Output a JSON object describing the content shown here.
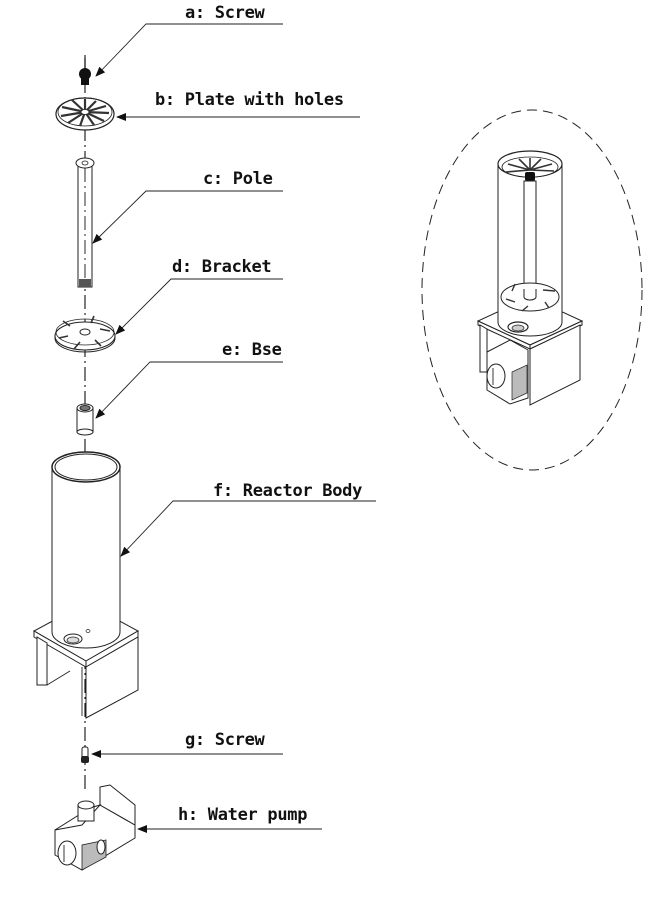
{
  "diagram": {
    "type": "exploded-assembly",
    "colors": {
      "line": "#111111",
      "background": "#ffffff"
    },
    "parts": [
      {
        "id": "a",
        "label": "a: Screw"
      },
      {
        "id": "b",
        "label": "b: Plate with holes"
      },
      {
        "id": "c",
        "label": "c: Pole"
      },
      {
        "id": "d",
        "label": "d: Bracket"
      },
      {
        "id": "e",
        "label": "e: Bse"
      },
      {
        "id": "f",
        "label": "f: Reactor Body"
      },
      {
        "id": "g",
        "label": "g: Screw"
      },
      {
        "id": "h",
        "label": "h: Water pump"
      }
    ],
    "inset": {
      "description": "assembled-view"
    }
  }
}
